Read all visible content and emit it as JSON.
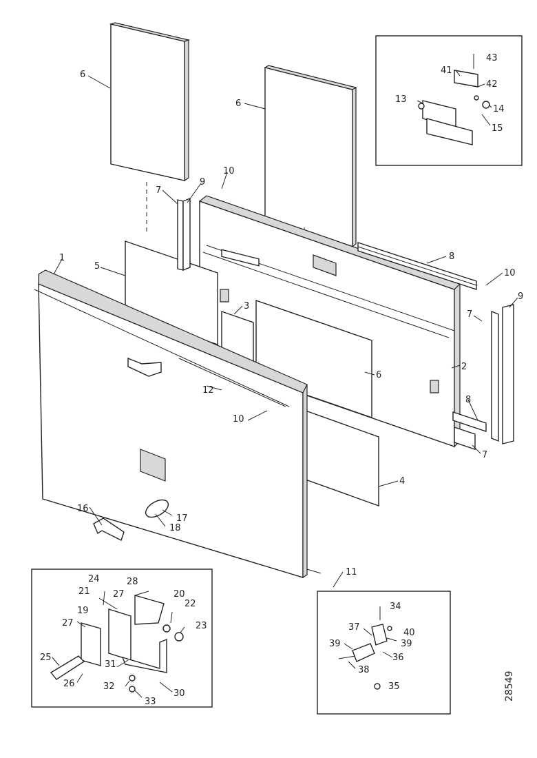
{
  "diagram": {
    "figure_number": "28549",
    "callouts": {
      "c1": "1",
      "c2": "2",
      "c3": "3",
      "c4": "4",
      "c5": "5",
      "c6a": "6",
      "c6b": "6",
      "c6c": "6",
      "c7a": "7",
      "c7b": "7",
      "c7c": "7",
      "c8a": "8",
      "c8b": "8",
      "c9a": "9",
      "c9b": "9",
      "c10a": "10",
      "c10b": "10",
      "c10c": "10",
      "c11": "11",
      "c12": "12",
      "c13": "13",
      "c14": "14",
      "c15": "15",
      "c16": "16",
      "c17": "17",
      "c18": "18",
      "c19": "19",
      "c20": "20",
      "c21": "21",
      "c22": "22",
      "c23": "23",
      "c24": "24",
      "c25": "25",
      "c26": "26",
      "c27a": "27",
      "c27b": "27",
      "c28": "28",
      "c30": "30",
      "c31": "31",
      "c32": "32",
      "c33": "33",
      "c34": "34",
      "c35": "35",
      "c36": "36",
      "c37": "37",
      "c38": "38",
      "c39a": "39",
      "c39b": "39",
      "c40": "40",
      "c41": "41",
      "c42": "42",
      "c43": "43"
    }
  }
}
